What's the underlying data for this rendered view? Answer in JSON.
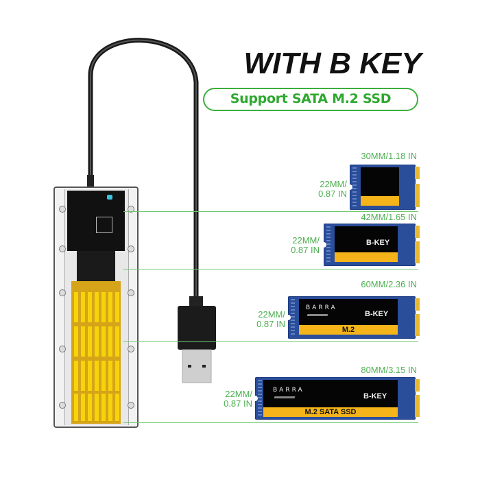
{
  "header": {
    "title": "WITH B KEY",
    "subtitle": "Support SATA M.2 SSD"
  },
  "colors": {
    "accent_green": "#3cae3c",
    "dimension_green": "#4caf50",
    "ssd_pcb_blue": "#2a4e9a",
    "ssd_label_black": "#050505",
    "ssd_band_yellow": "#f4b41a",
    "heatsink_gold": "#d5a418"
  },
  "product": {
    "enclosure": "transparent M.2 SSD enclosure with yellow heatsink pad",
    "cable": "USB-A male cable"
  },
  "ssd_sizes": [
    {
      "length": "30MM/1.18 IN",
      "width_line1": "22MM/",
      "width_line2": "0.87 IN",
      "key_label": "",
      "brand": "",
      "band_label": ""
    },
    {
      "length": "42MM/1.65 IN",
      "width_line1": "22MM/",
      "width_line2": "0.87 IN",
      "key_label": "B-KEY",
      "brand": "",
      "band_label": ""
    },
    {
      "length": "60MM/2.36 IN",
      "width_line1": "22MM/",
      "width_line2": "0.87 IN",
      "key_label": "B-KEY",
      "brand": "BARRA",
      "band_label": "M.2"
    },
    {
      "length": "80MM/3.15 IN",
      "width_line1": "22MM/",
      "width_line2": "0.87 IN",
      "key_label": "B-KEY",
      "brand": "BARRA",
      "band_label": "M.2 SATA SSD"
    }
  ]
}
